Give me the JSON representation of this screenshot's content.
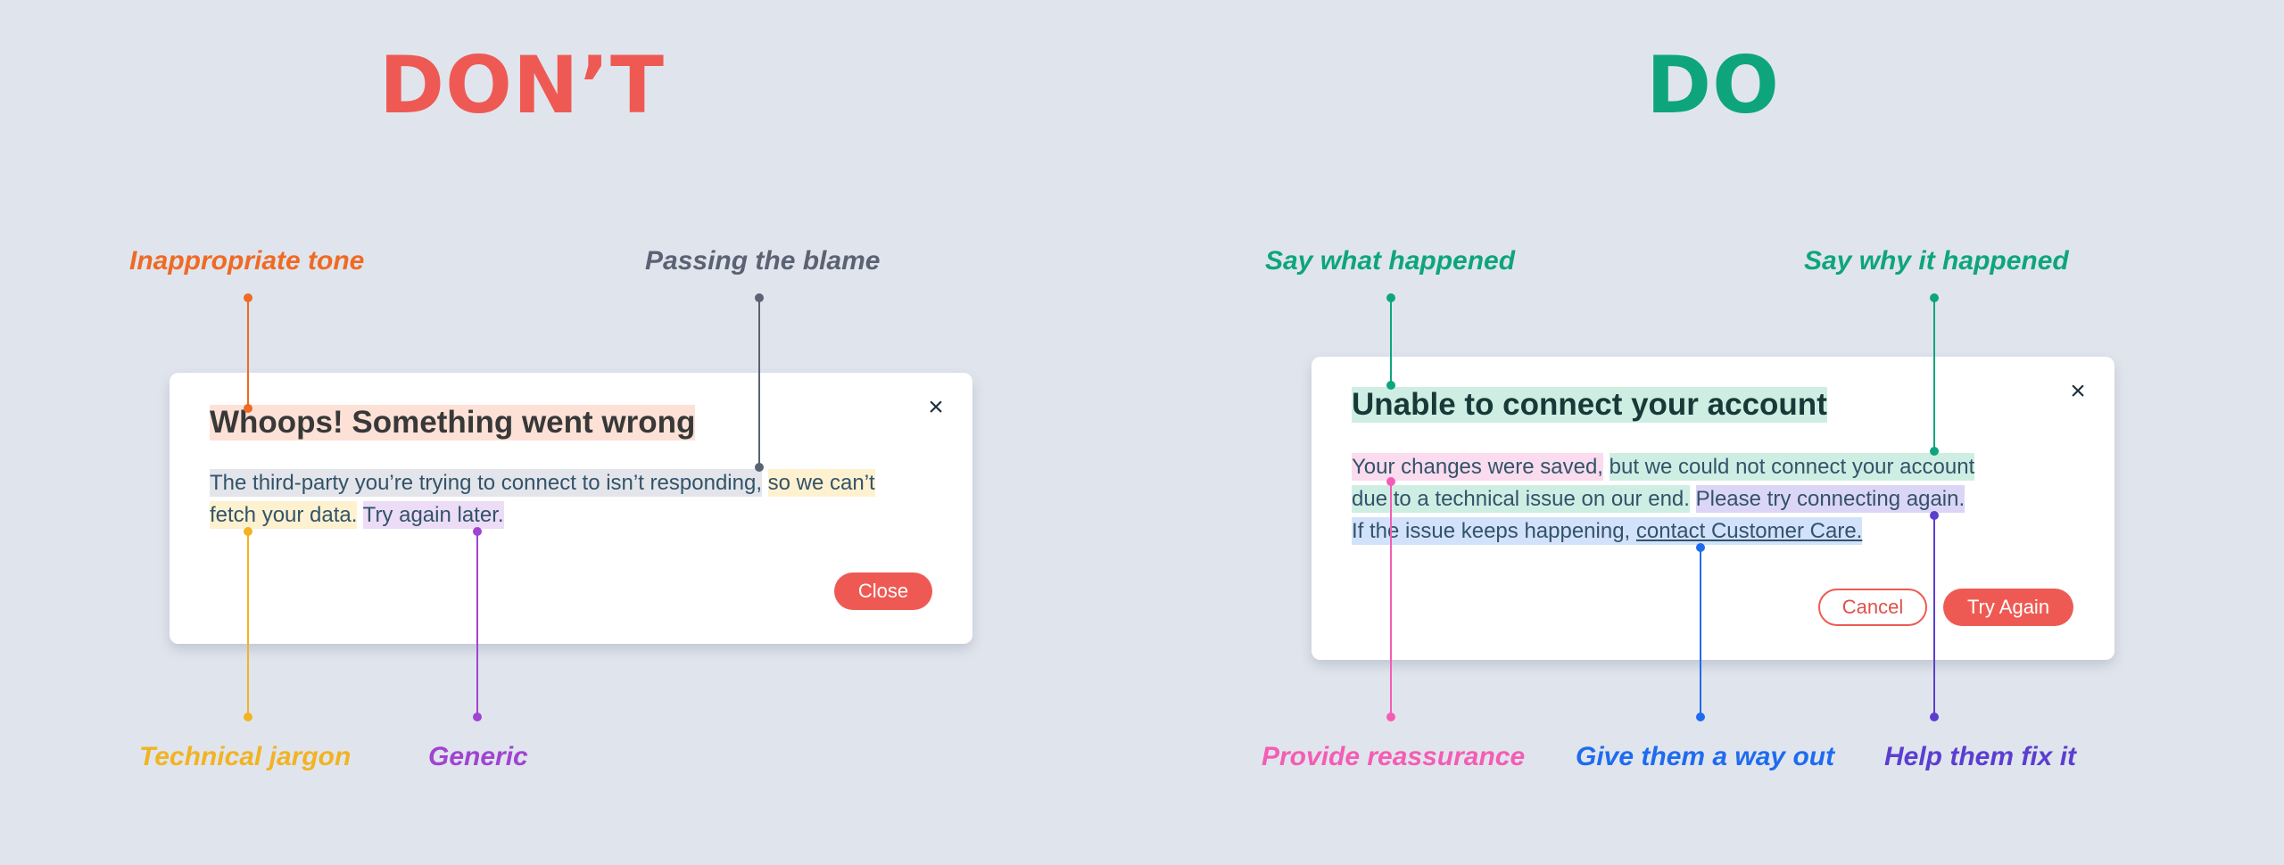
{
  "headings": {
    "dont": "DON’T",
    "do": "DO"
  },
  "dont": {
    "labels": {
      "tone": "Inappropriate tone",
      "blame": "Passing the blame",
      "jargon": "Technical jargon",
      "generic": "Generic"
    },
    "card": {
      "title": "Whoops! Something went wrong",
      "body_part1": "The third-party you’re trying to connect to isn’t responding,",
      "body_part2": "so we can’t",
      "body_part3": "fetch your data.",
      "body_part4": "Try again later.",
      "close_button": "Close",
      "close_icon": "×"
    }
  },
  "do": {
    "labels": {
      "what": "Say what happened",
      "why": "Say why it happened",
      "reassurance": "Provide reassurance",
      "way_out": "Give them a way out",
      "fix": "Help them fix it"
    },
    "card": {
      "title": "Unable to connect your account",
      "body_part1": "Your changes were saved,",
      "body_part2": "but we could not connect your account",
      "body_part3": "due to a technical issue on our end.",
      "body_part4": "Please try connecting again.",
      "body_part5": "If the issue keeps happening,",
      "body_link": "contact Customer Care.",
      "cancel_button": "Cancel",
      "primary_button": "Try Again",
      "close_icon": "×"
    }
  },
  "colors": {
    "background": "#e0e5ed",
    "dont_heading": "#ee5a53",
    "do_heading": "#0ea57d",
    "tone": "#ef6a24",
    "blame": "#5a6273",
    "jargon": "#f2b323",
    "generic": "#a044d1",
    "what": "#0ea57d",
    "why": "#0ea57d",
    "reassurance": "#f45db4",
    "way_out": "#1f6bf0",
    "fix": "#5b3ed0",
    "button_red": "#ee5a53"
  }
}
